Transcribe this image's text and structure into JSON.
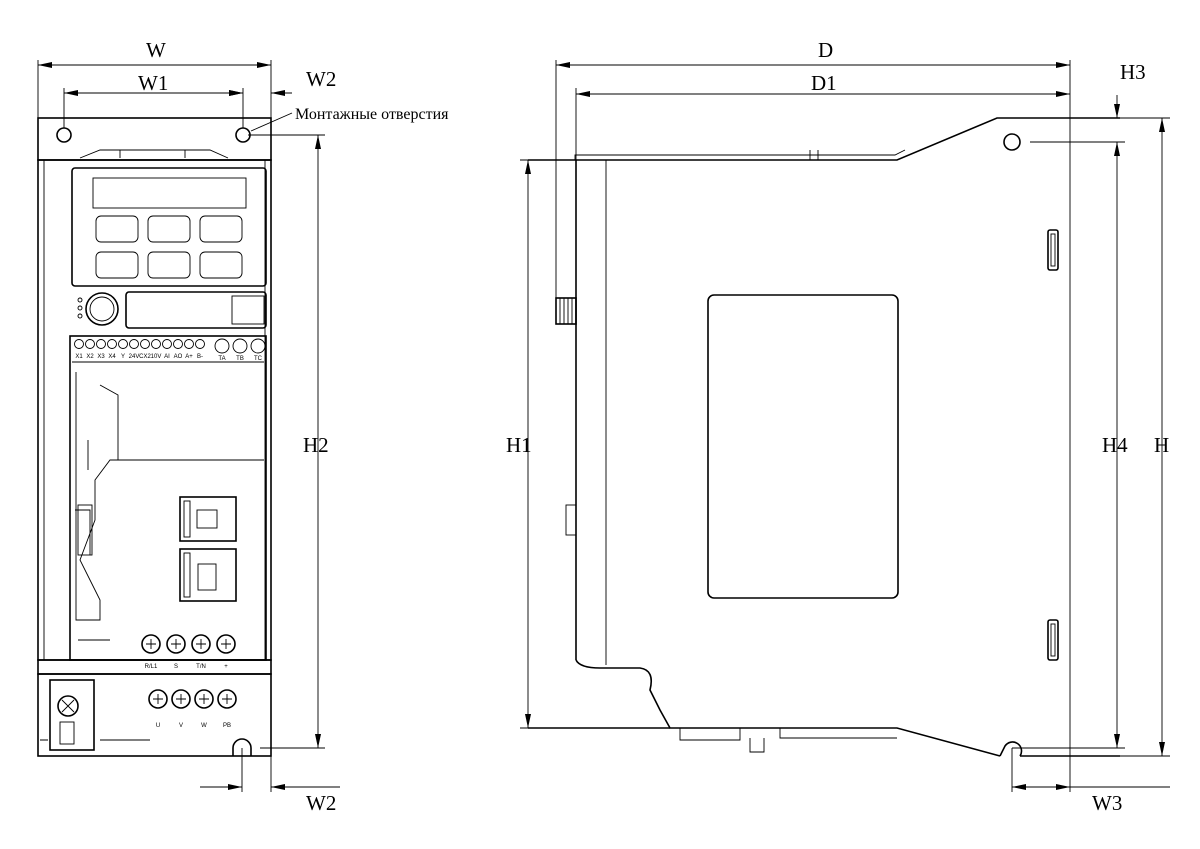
{
  "dimensions": {
    "W": "W",
    "W1": "W1",
    "W2_top": "W2",
    "W2_bottom": "W2",
    "D": "D",
    "D1": "D1",
    "H3": "H3",
    "H1": "H1",
    "H2": "H2",
    "H4": "H4",
    "H": "H",
    "W3": "W3"
  },
  "annotations": {
    "mounting_holes": "Монтажные отверстия"
  },
  "terminals": {
    "control": [
      "X1",
      "X2",
      "X3",
      "X4",
      "Y",
      "24V",
      "CX2",
      "10V",
      "AI",
      "AO",
      "A+",
      "B-"
    ],
    "relay": [
      "TA",
      "TB",
      "TC"
    ],
    "power_in": [
      "R/L1",
      "S",
      "T/N",
      "+"
    ],
    "power_out": [
      "U",
      "V",
      "W",
      "PB"
    ]
  }
}
